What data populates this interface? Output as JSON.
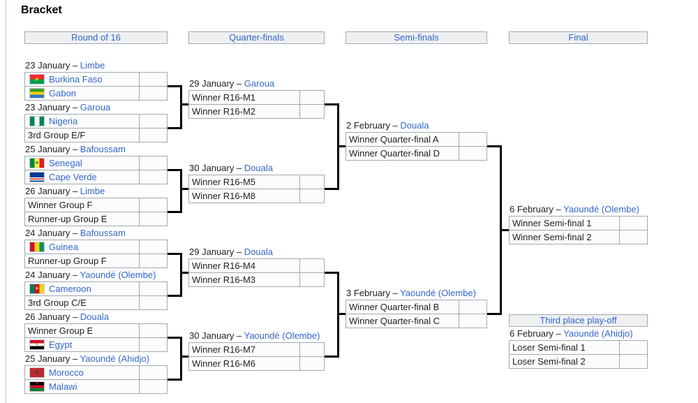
{
  "title": "Bracket",
  "round_headers": [
    "Round of 16",
    "Quarter-finals",
    "Semi-finals",
    "Final"
  ],
  "third_place_header": "Third place play-off",
  "colors": {
    "link": "#3366cc",
    "row_border": "#a2a9b1",
    "header_bg": "#eef0f2",
    "connector": "#000000"
  },
  "matches": [
    {
      "id": "m1",
      "date": "23 January",
      "venue": "Limbe",
      "home": {
        "label": "Burkina Faso",
        "flag": "burkina-faso",
        "is_link": true,
        "score": ""
      },
      "away": {
        "label": "Gabon",
        "flag": "gabon",
        "is_link": true,
        "score": ""
      }
    },
    {
      "id": "m2",
      "date": "23 January",
      "venue": "Garoua",
      "home": {
        "label": "Nigeria",
        "flag": "nigeria",
        "is_link": true,
        "score": ""
      },
      "away": {
        "label": "3rd Group E/F",
        "flag": null,
        "is_link": false,
        "score": ""
      }
    },
    {
      "id": "m3",
      "date": "25 January",
      "venue": "Bafoussam",
      "home": {
        "label": "Senegal",
        "flag": "senegal",
        "is_link": true,
        "score": ""
      },
      "away": {
        "label": "Cape Verde",
        "flag": "cape-verde",
        "is_link": true,
        "score": ""
      }
    },
    {
      "id": "m4",
      "date": "26 January",
      "venue": "Limbe",
      "home": {
        "label": "Winner Group F",
        "flag": null,
        "is_link": false,
        "score": ""
      },
      "away": {
        "label": "Runner-up Group E",
        "flag": null,
        "is_link": false,
        "score": ""
      }
    },
    {
      "id": "m5",
      "date": "24 January",
      "venue": "Bafoussam",
      "home": {
        "label": "Guinea",
        "flag": "guinea",
        "is_link": true,
        "score": ""
      },
      "away": {
        "label": "Runner-up Group F",
        "flag": null,
        "is_link": false,
        "score": ""
      }
    },
    {
      "id": "m6",
      "date": "24 January",
      "venue": "Yaoundé (Olembe)",
      "home": {
        "label": "Cameroon",
        "flag": "cameroon",
        "is_link": true,
        "score": ""
      },
      "away": {
        "label": "3rd Group C/E",
        "flag": null,
        "is_link": false,
        "score": ""
      }
    },
    {
      "id": "m7",
      "date": "26 January",
      "venue": "Douala",
      "home": {
        "label": "Winner Group E",
        "flag": null,
        "is_link": false,
        "score": ""
      },
      "away": {
        "label": "Egypt",
        "flag": "egypt",
        "is_link": true,
        "score": ""
      }
    },
    {
      "id": "m8",
      "date": "25 January",
      "venue": "Yaoundé (Ahidjo)",
      "home": {
        "label": "Morocco",
        "flag": "morocco",
        "is_link": true,
        "score": ""
      },
      "away": {
        "label": "Malawi",
        "flag": "malawi",
        "is_link": true,
        "score": ""
      }
    },
    {
      "id": "qfA",
      "date": "29 January",
      "venue": "Garoua",
      "home": {
        "label": "Winner R16-M1",
        "flag": null,
        "is_link": false,
        "score": ""
      },
      "away": {
        "label": "Winner R16-M2",
        "flag": null,
        "is_link": false,
        "score": ""
      }
    },
    {
      "id": "qfB",
      "date": "30 January",
      "venue": "Douala",
      "home": {
        "label": "Winner R16-M5",
        "flag": null,
        "is_link": false,
        "score": ""
      },
      "away": {
        "label": "Winner R16-M8",
        "flag": null,
        "is_link": false,
        "score": ""
      }
    },
    {
      "id": "qfC",
      "date": "29 January",
      "venue": "Douala",
      "home": {
        "label": "Winner R16-M4",
        "flag": null,
        "is_link": false,
        "score": ""
      },
      "away": {
        "label": "Winner R16-M3",
        "flag": null,
        "is_link": false,
        "score": ""
      }
    },
    {
      "id": "qfD",
      "date": "30 January",
      "venue": "Yaoundé (Olembe)",
      "home": {
        "label": "Winner R16-M7",
        "flag": null,
        "is_link": false,
        "score": ""
      },
      "away": {
        "label": "Winner R16-M6",
        "flag": null,
        "is_link": false,
        "score": ""
      }
    },
    {
      "id": "sf1",
      "date": "2 February",
      "venue": "Douala",
      "home": {
        "label": "Winner Quarter-final A",
        "flag": null,
        "is_link": false,
        "score": ""
      },
      "away": {
        "label": "Winner Quarter-final D",
        "flag": null,
        "is_link": false,
        "score": ""
      }
    },
    {
      "id": "sf2",
      "date": "3 February",
      "venue": "Yaoundé (Olembe)",
      "home": {
        "label": "Winner Quarter-final B",
        "flag": null,
        "is_link": false,
        "score": ""
      },
      "away": {
        "label": "Winner Quarter-final C",
        "flag": null,
        "is_link": false,
        "score": ""
      }
    },
    {
      "id": "f1",
      "date": "6 February",
      "venue": "Yaoundé (Olembe)",
      "home": {
        "label": "Winner Semi-final 1",
        "flag": null,
        "is_link": false,
        "score": ""
      },
      "away": {
        "label": "Winner Semi-final 2",
        "flag": null,
        "is_link": false,
        "score": ""
      }
    },
    {
      "id": "tp",
      "date": "6 February",
      "venue": "Yaoundé (Ahidjo)",
      "home": {
        "label": "Loser Semi-final 1",
        "flag": null,
        "is_link": false,
        "score": ""
      },
      "away": {
        "label": "Loser Semi-final 2",
        "flag": null,
        "is_link": false,
        "score": ""
      }
    }
  ]
}
